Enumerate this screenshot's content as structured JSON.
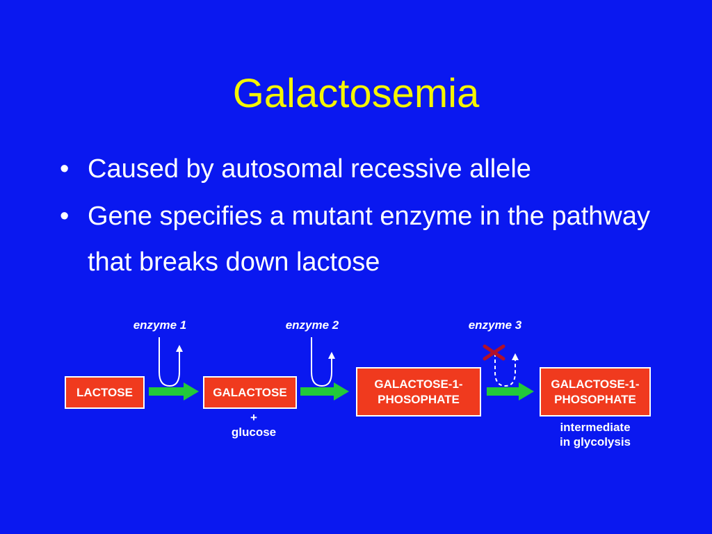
{
  "slide": {
    "title": "Galactosemia",
    "bullet_char": "•",
    "bullets": [
      "Caused by autosomal recessive allele",
      "Gene specifies a mutant enzyme in the pathway that breaks down lactose"
    ]
  },
  "diagram": {
    "boxes": [
      "LACTOSE",
      "GALACTOSE",
      "GALACTOSE-1-\nPHOSOPHATE",
      "GALACTOSE-1-\nPHOSOPHATE"
    ],
    "enzymes": [
      "enzyme 1",
      "enzyme 2",
      "enzyme 3"
    ],
    "byproduct": "+\nglucose",
    "final_note": "intermediate\nin glycolysis",
    "blocked_enzyme": "enzyme 3"
  },
  "colors": {
    "background": "#0a18f0",
    "title": "#f5f500",
    "box": "#f03a1e",
    "arrow": "#22c93a",
    "block_mark": "#b0102a"
  }
}
